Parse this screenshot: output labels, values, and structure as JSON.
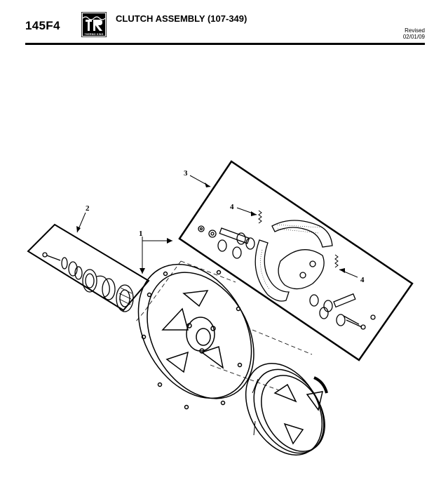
{
  "header": {
    "page_number": "145F4",
    "logo_text": "THERMO KING",
    "title": "CLUTCH ASSEMBLY (107-349)",
    "revised_label": "Revised",
    "revised_date": "02/01/09"
  },
  "diagram": {
    "callouts": [
      "1",
      "2",
      "3",
      "4",
      "4"
    ]
  }
}
